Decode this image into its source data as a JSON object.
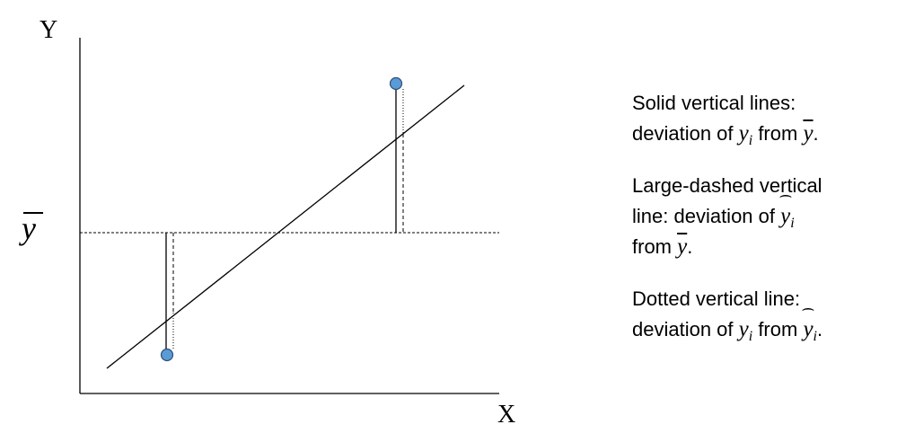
{
  "axes": {
    "x_label": "X",
    "y_label": "Y",
    "y_mean_label": "y"
  },
  "legend": {
    "solid": {
      "line1": "Solid vertical lines:",
      "line2_pre": "deviation of ",
      "y": "y",
      "i": "i",
      "from": " from ",
      "ybar": "y",
      "end": "."
    },
    "dashed": {
      "line1": "Large-dashed vertical",
      "line2_pre": "line: deviation of ",
      "yhat": "y",
      "i": "i",
      "line3_pre": "from ",
      "ybar": "y",
      "end": "."
    },
    "dotted": {
      "line1": "Dotted vertical line:",
      "line2_pre": "deviation of ",
      "y": "y",
      "i": "i",
      "from": " from ",
      "yhat": "y",
      "i2": "i",
      "end": "."
    }
  },
  "colors": {
    "point_fill": "#5b9bd5",
    "point_stroke": "#2e4f7a",
    "line": "#000000"
  }
}
